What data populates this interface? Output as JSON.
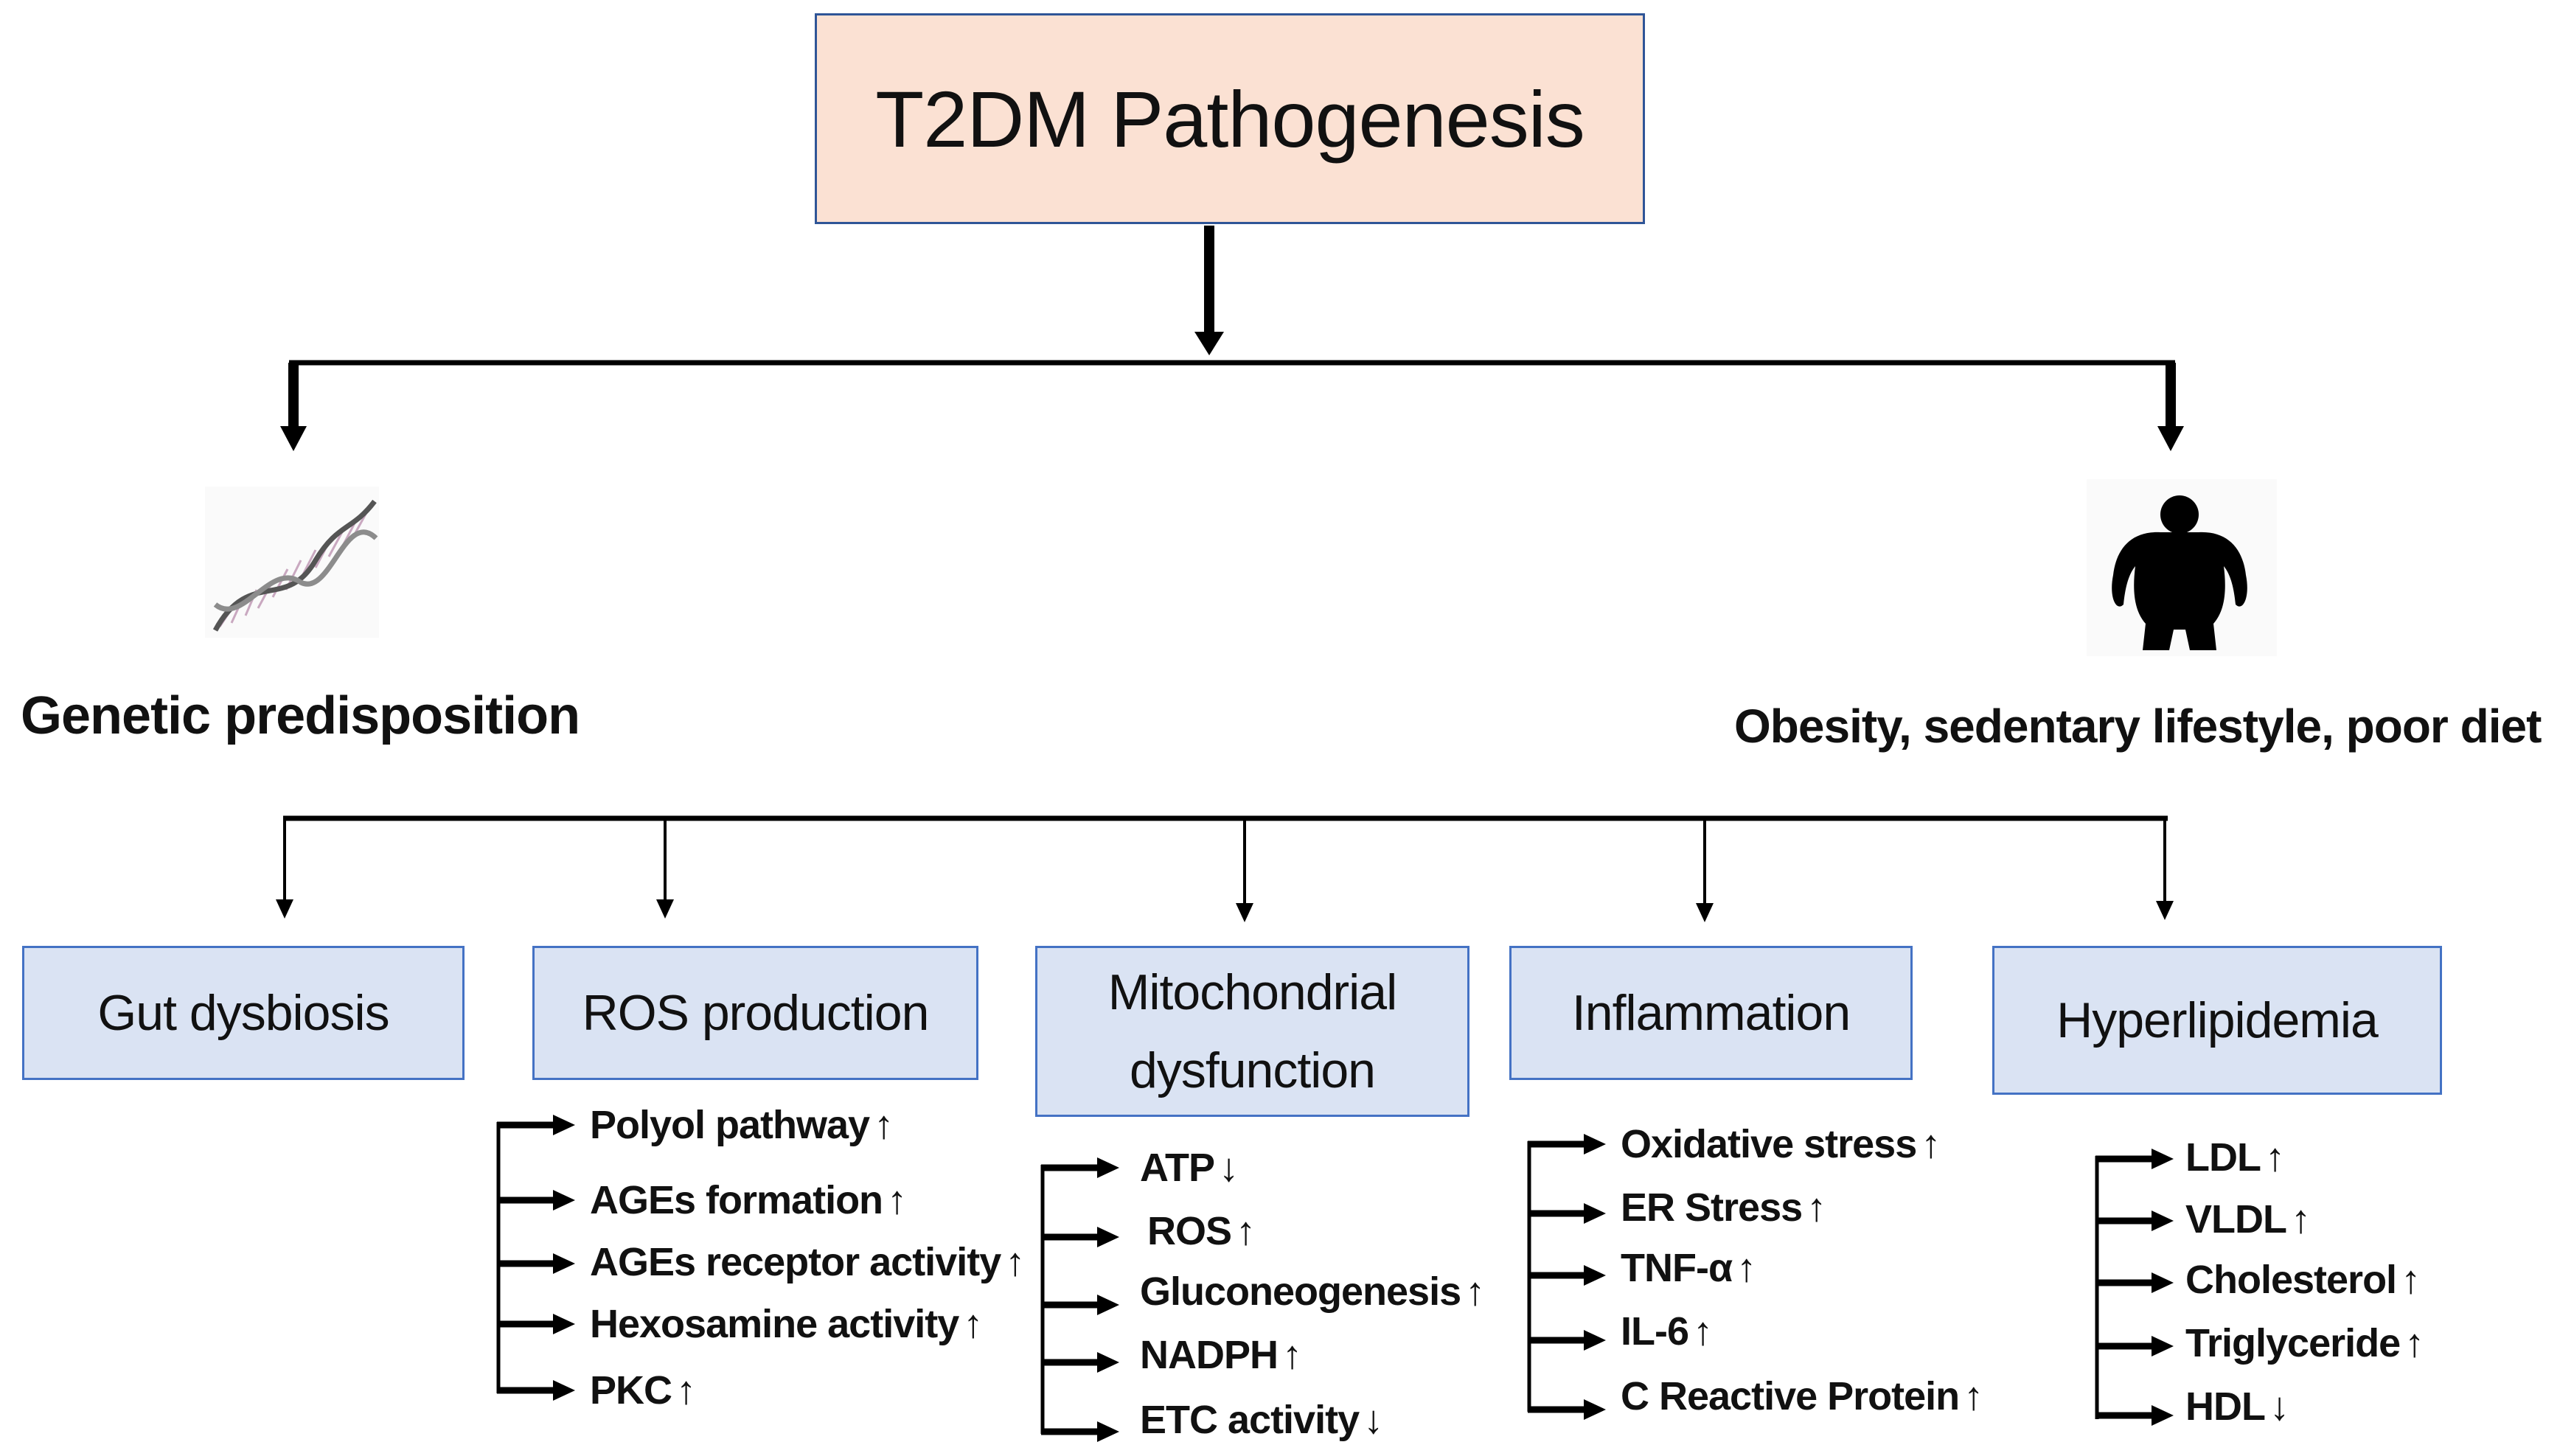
{
  "title": "T2DM Pathogenesis",
  "causes": {
    "genetic": {
      "label": "Genetic predisposition",
      "icon": "dna-helix-icon"
    },
    "lifestyle": {
      "label": "Obesity, sedentary lifestyle, poor diet",
      "icon": "obese-person-icon"
    }
  },
  "mechanisms": [
    {
      "key": "gut",
      "label": "Gut dysbiosis",
      "items": []
    },
    {
      "key": "ros",
      "label": "ROS production",
      "items": [
        {
          "text": "Polyol pathway",
          "arrow": "↑"
        },
        {
          "text": "AGEs formation",
          "arrow": "↑"
        },
        {
          "text": "AGEs receptor activity",
          "arrow": "↑"
        },
        {
          "text": "Hexosamine activity",
          "arrow": "↑"
        },
        {
          "text": "PKC",
          "arrow": "↑"
        }
      ]
    },
    {
      "key": "mito",
      "label_line1": "Mitochondrial",
      "label_line2": "dysfunction",
      "items": [
        {
          "text": "ATP",
          "arrow": "↓"
        },
        {
          "text": "ROS",
          "arrow": "↑"
        },
        {
          "text": "Gluconeogenesis",
          "arrow": "↑"
        },
        {
          "text": "NADPH",
          "arrow": "↑"
        },
        {
          "text": "ETC activity",
          "arrow": "↓"
        }
      ]
    },
    {
      "key": "inflam",
      "label": "Inflammation",
      "items": [
        {
          "text": "Oxidative stress",
          "arrow": "↑"
        },
        {
          "text": "ER Stress",
          "arrow": "↑"
        },
        {
          "text": "TNF-α",
          "arrow": "↑"
        },
        {
          "text": "IL-6",
          "arrow": "↑"
        },
        {
          "text": "C Reactive Protein",
          "arrow": "↑"
        }
      ]
    },
    {
      "key": "hyper",
      "label": "Hyperlipidemia",
      "items": [
        {
          "text": "LDL",
          "arrow": "↑"
        },
        {
          "text": "VLDL",
          "arrow": "↑"
        },
        {
          "text": "Cholesterol",
          "arrow": "↑"
        },
        {
          "text": "Triglyceride",
          "arrow": "↑"
        },
        {
          "text": "HDL",
          "arrow": "↓"
        }
      ]
    }
  ],
  "colors": {
    "title_fill": "#fbe1d3",
    "title_border": "#2f5597",
    "box_fill": "#dae3f3",
    "box_border": "#4472c4",
    "line": "#000000"
  }
}
